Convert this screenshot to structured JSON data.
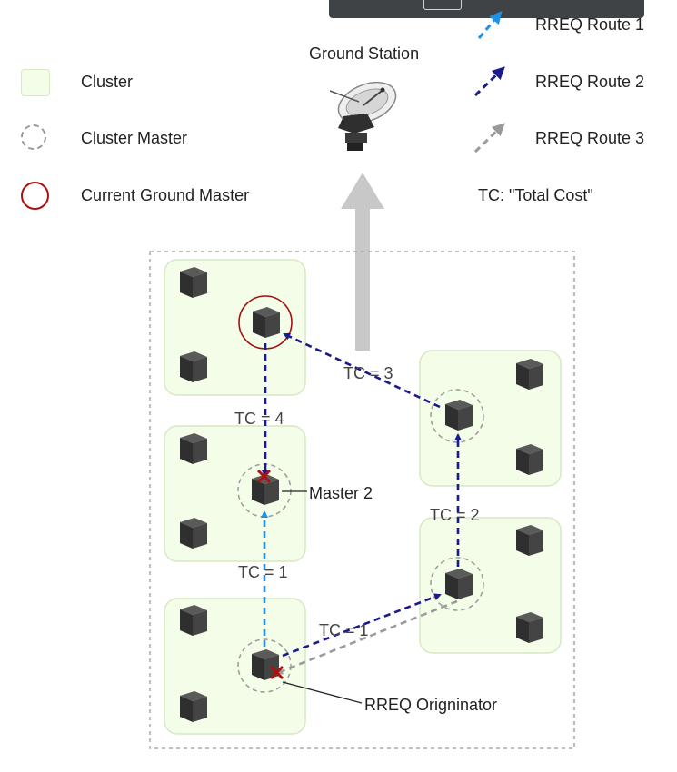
{
  "legend": {
    "cluster": "Cluster",
    "cluster_master": "Cluster Master",
    "current_ground_master": "Current Ground Master",
    "route1": "RREQ Route 1",
    "route2": "RREQ Route 2",
    "route3": "RREQ Route 3",
    "tc_def": "TC: \"Total Cost\""
  },
  "ground_station": {
    "label": "Ground Station",
    "icon": "satellite-dish-icon"
  },
  "labels": {
    "tc4": "TC = 4",
    "tc3": "TC = 3",
    "tc2": "TC = 2",
    "tc1_vertical": "TC = 1",
    "tc1_diagonal": "TC = 1",
    "master2": "Master 2",
    "originator": "RREQ Origninator"
  },
  "colors": {
    "route1": "#1e90e6",
    "route2": "#1a1a8c",
    "route3": "#9a9a9a",
    "cluster_fill": "#f3fde8",
    "cluster_stroke": "#d6e8c4",
    "ground_master": "#a11111",
    "fail_mark": "#b01010",
    "uplink": "#c8c8c8",
    "node": "#3c3c3c"
  }
}
